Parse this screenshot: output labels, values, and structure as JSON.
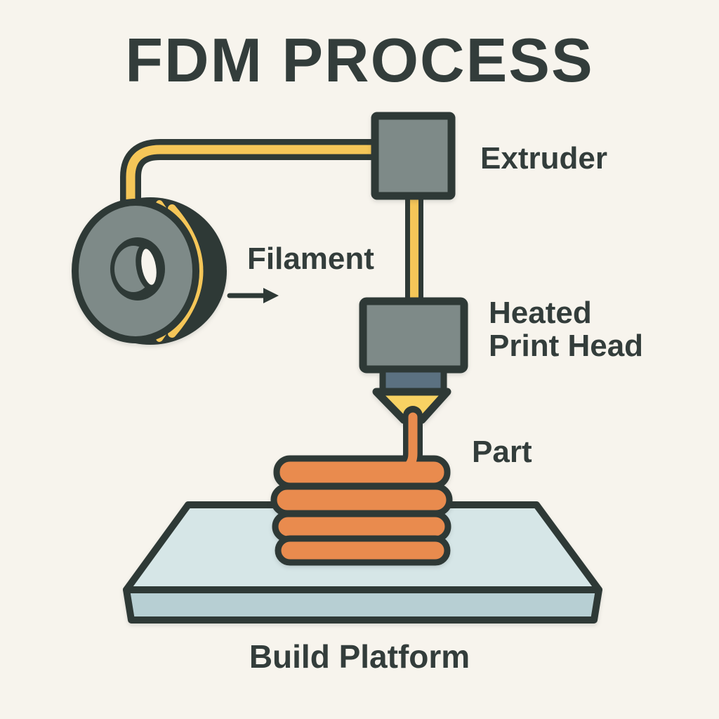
{
  "title": "FDM PROCESS",
  "labels": {
    "extruder": "Extruder",
    "filament": "Filament",
    "heated_print_head_line1": "Heated",
    "heated_print_head_line2": "Print Head",
    "part": "Part",
    "build_platform": "Build Platform"
  },
  "diagram": {
    "type": "process-diagram",
    "subject": "FDM (Fused Deposition Modeling) 3D printing process",
    "components": [
      "Filament spool",
      "Filament",
      "Extruder",
      "Heated Print Head",
      "Part",
      "Build Platform"
    ],
    "filament_arrow_direction": "right"
  },
  "colors": {
    "background": "#f7f4ed",
    "outline": "#2e3936",
    "text": "#333d3b",
    "metal_gray": "#7e8a88",
    "heater_slate": "#5b7181",
    "filament_yellow": "#f5c658",
    "funnel_yellow": "#f8d263",
    "part_orange": "#e98b4e",
    "platform_top": "#d6e6e7",
    "platform_front": "#b7cfd3"
  }
}
